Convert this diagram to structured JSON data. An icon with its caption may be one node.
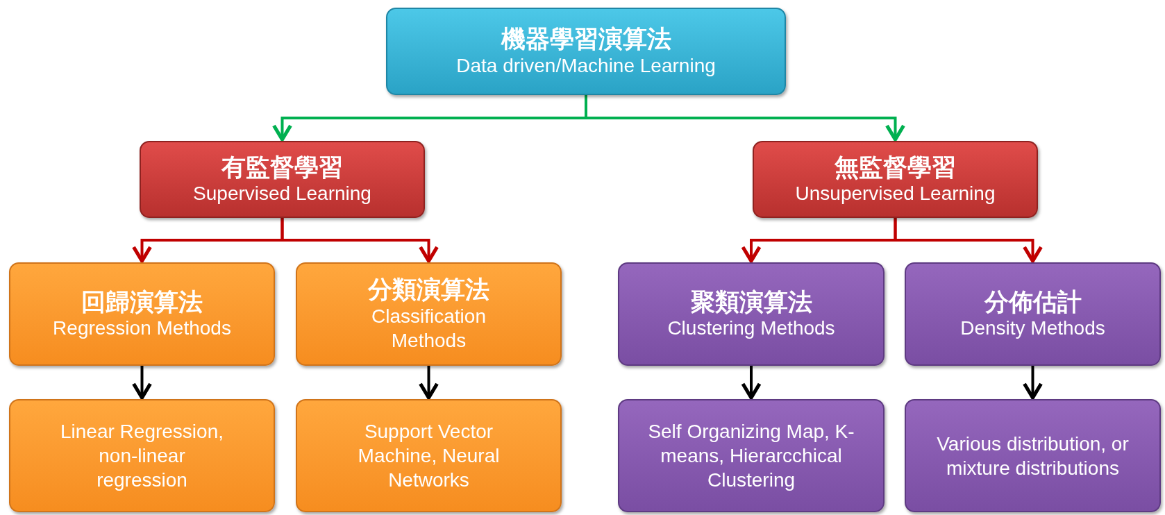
{
  "diagram": {
    "nodes": [
      {
        "text": [
          "機器學習演算法",
          "Data driven/Machine Learning"
        ]
      },
      {
        "text": [
          "有監督學習",
          "Supervised Learning"
        ]
      },
      {
        "text": [
          "無監督學習",
          "Unsupervised Learning"
        ]
      },
      {
        "text": [
          "回歸演算法",
          "Regression Methods"
        ]
      },
      {
        "text": [
          "分類演算法",
          "Classification Methods"
        ]
      },
      {
        "text": [
          "聚類演算法",
          "Clustering Methods"
        ]
      },
      {
        "text": [
          "分佈估計",
          "Density Methods"
        ]
      },
      {
        "text": [
          "Linear Regression, non-linear regression"
        ]
      },
      {
        "text": [
          "Support Vector Machine, Neural Networks"
        ]
      },
      {
        "text": [
          "Self Organizing Map, K-means, Hierarcchical Clustering"
        ]
      },
      {
        "text": [
          "Various distribution, or mixture distributions"
        ]
      }
    ],
    "edges": [
      {
        "from": 0,
        "to": 1,
        "arrow": "to",
        "color": "#00b050"
      },
      {
        "from": 0,
        "to": 2,
        "arrow": "to",
        "color": "#00b050"
      },
      {
        "from": 1,
        "to": 3,
        "arrow": "to",
        "color": "#c00000"
      },
      {
        "from": 1,
        "to": 4,
        "arrow": "to",
        "color": "#c00000"
      },
      {
        "from": 2,
        "to": 5,
        "arrow": "to",
        "color": "#c00000"
      },
      {
        "from": 2,
        "to": 6,
        "arrow": "to",
        "color": "#c00000"
      },
      {
        "from": 3,
        "to": 7,
        "arrow": "to",
        "color": "#000000"
      },
      {
        "from": 4,
        "to": 8,
        "arrow": "to",
        "color": "#000000"
      },
      {
        "from": 5,
        "to": 9,
        "arrow": "to",
        "color": "#000000"
      },
      {
        "from": 6,
        "to": 10,
        "arrow": "to",
        "color": "#000000"
      }
    ]
  }
}
